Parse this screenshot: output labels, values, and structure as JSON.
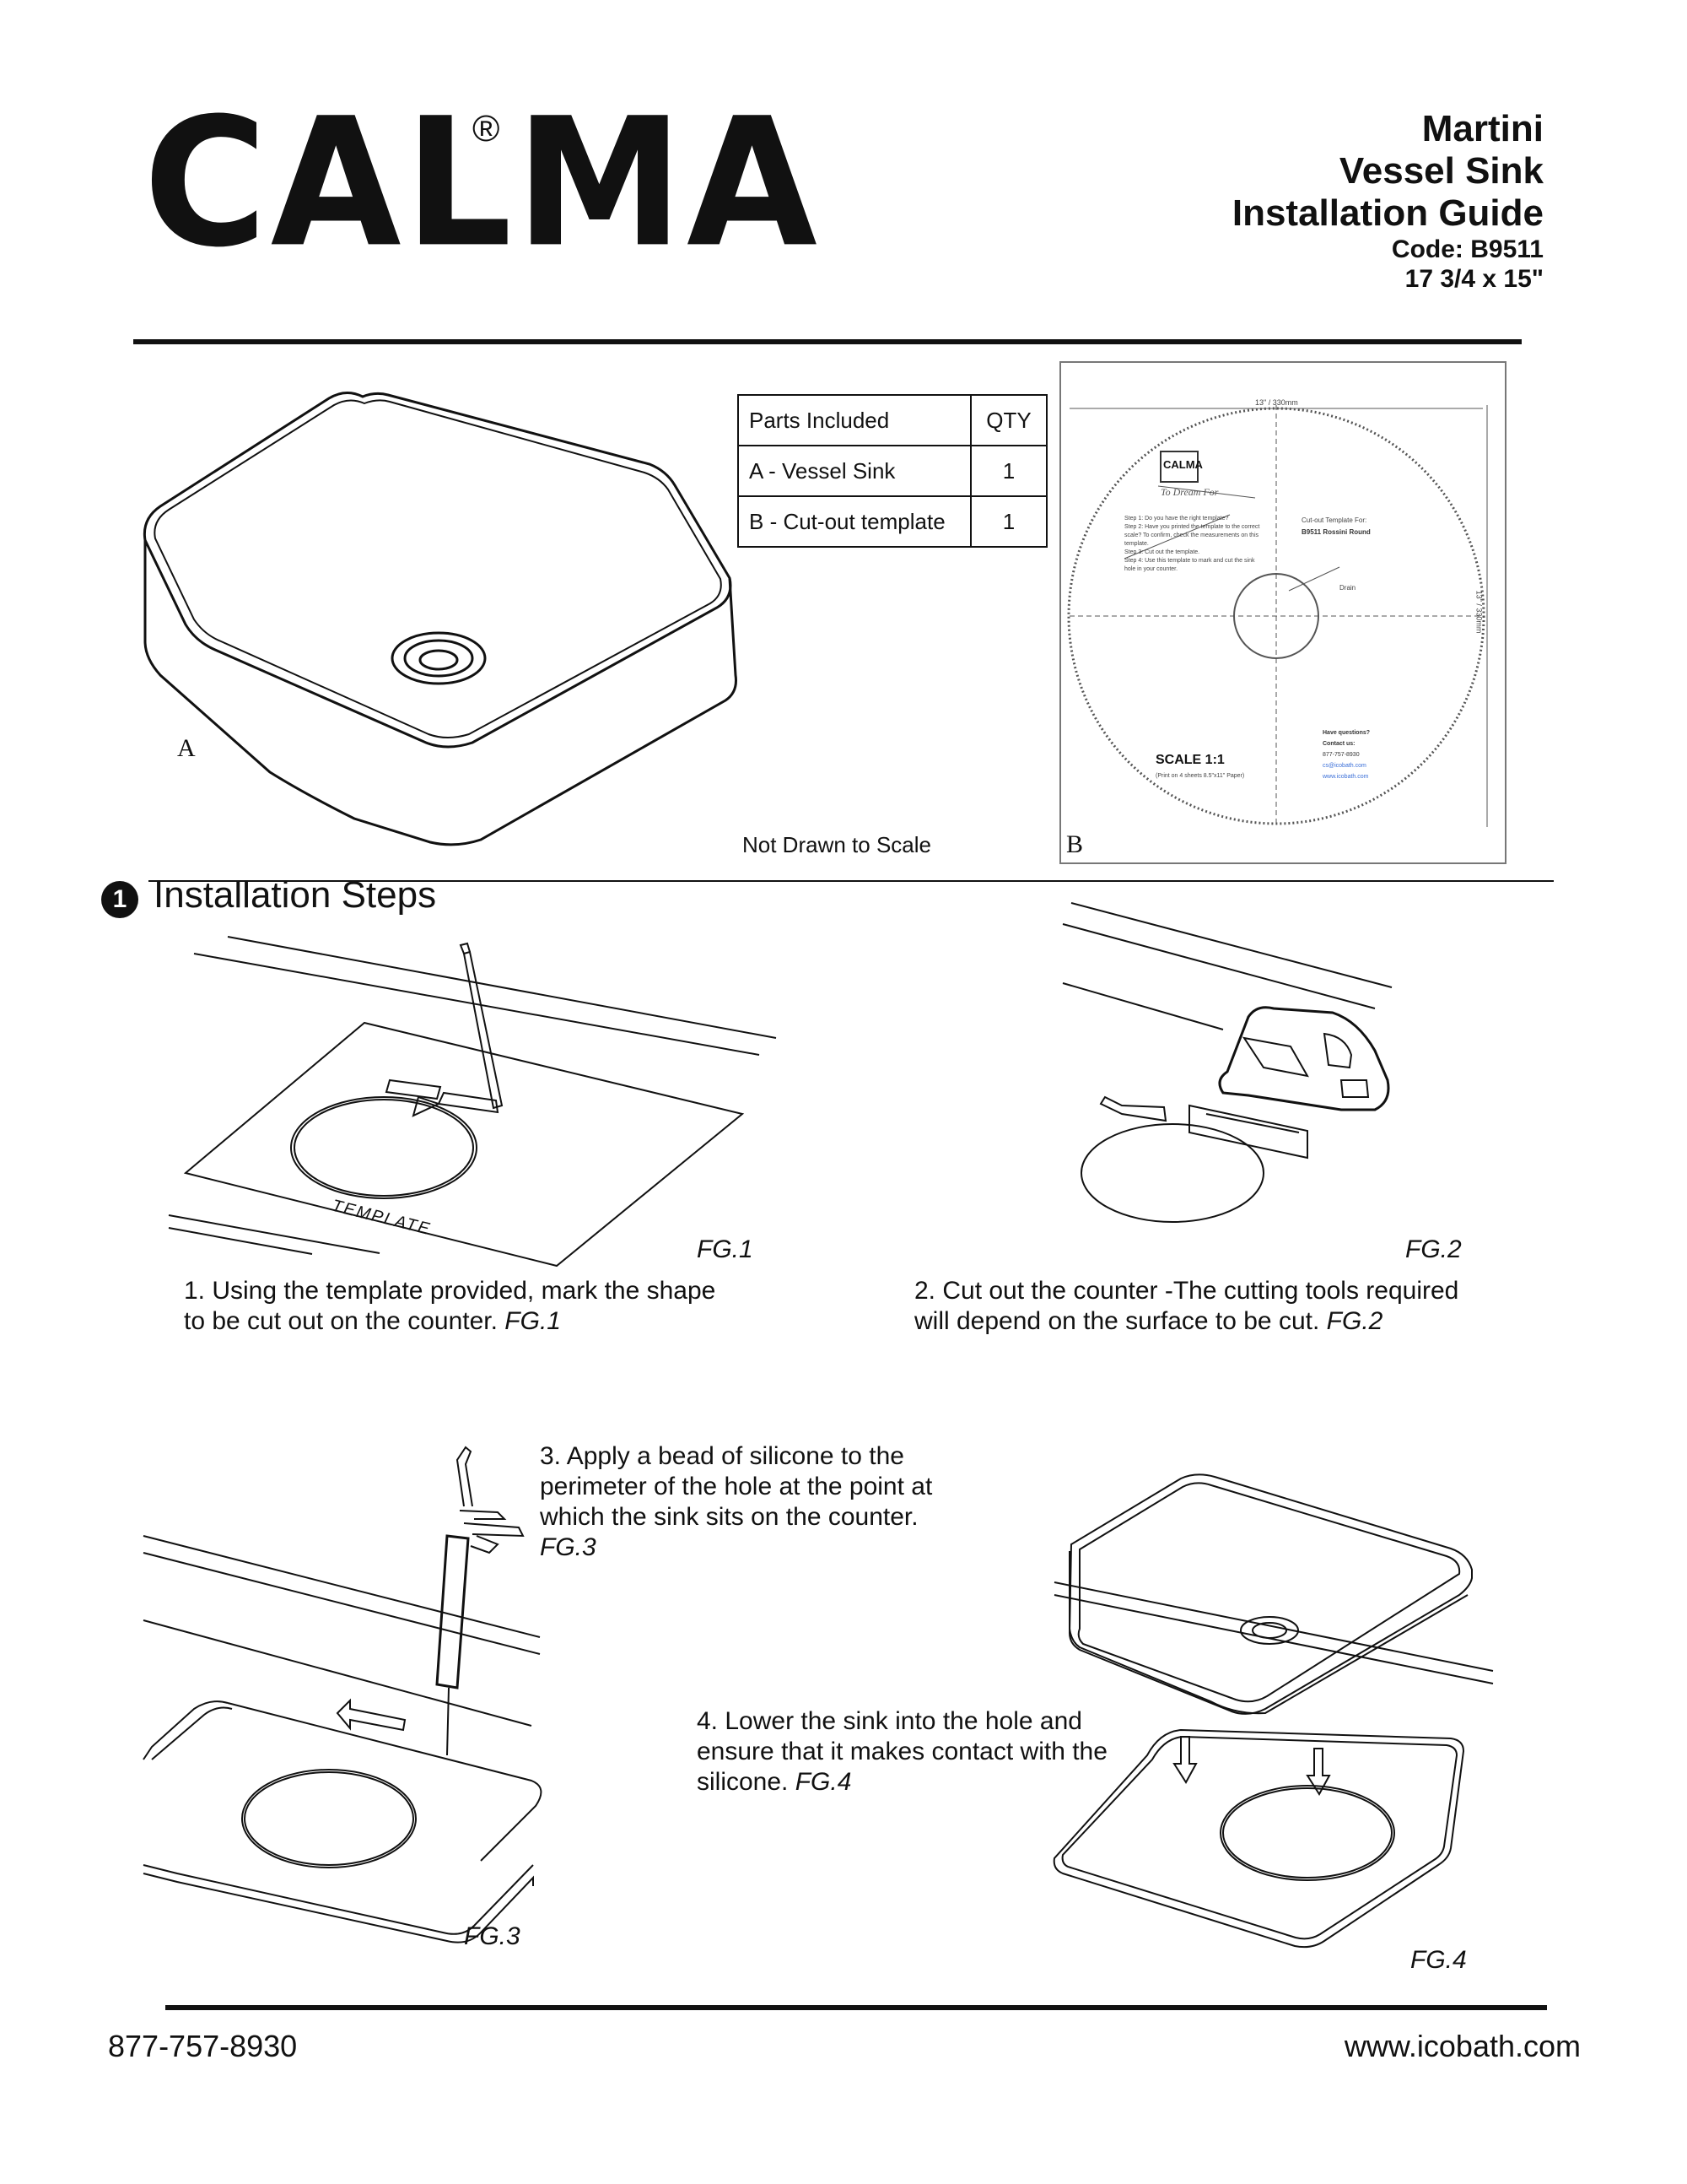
{
  "header": {
    "brand": "CALMA",
    "registered_mark": "®",
    "title_lines": [
      "Martini",
      "Vessel Sink",
      "Installation Guide"
    ],
    "code": "Code: B9511",
    "size": "17 3/4 x 15\""
  },
  "parts": {
    "headers": [
      "Parts Included",
      "QTY"
    ],
    "rows": [
      {
        "name": "A - Vessel Sink",
        "qty": "1"
      },
      {
        "name": "B - Cut-out template",
        "qty": "1"
      }
    ],
    "label_a": "A",
    "label_b": "B",
    "note": "Not Drawn to Scale"
  },
  "template_sheet": {
    "dim_top": "13\" / 330mm",
    "dim_side": "13\" / 330mm",
    "tagline": "To Dream For",
    "cut_title": "Cut-out Template For:",
    "cut_model": "B9511 Rossini Round",
    "drain": "Drain",
    "steps": [
      "Step 1: Do you have the right template?",
      "Step 2: Have you printed the template to the correct scale? To confirm, check the measurements on this template.",
      "Step 3: Cut out the template.",
      "Step 4: Use this template to mark and cut the sink hole in your counter."
    ],
    "scale": "SCALE 1:1",
    "print_note": "(Print on 4 sheets 8.5\"x11\" Paper)",
    "questions": "Have questions?",
    "contact": "Contact us:",
    "phone": "877-757-8930",
    "email": "cs@icobath.com",
    "web": "www.icobath.com"
  },
  "section": {
    "number": "1",
    "title": "Installation Steps"
  },
  "figures": {
    "template_label": "TEMPLATE",
    "fg1": "FG.1",
    "fg2": "FG.2",
    "fg3": "FG.3",
    "fg4": "FG.4"
  },
  "steps": {
    "s1_text": "1. Using the template provided, mark the shape to be cut out on the counter.",
    "s1_ref": "FG.1",
    "s2_text": "2. Cut out the counter -The cutting tools required will depend on the surface to be cut.",
    "s2_ref": "FG.2",
    "s3_text": "3. Apply a bead of silicone to the perimeter of the hole at the point at which the sink sits on the counter.",
    "s3_ref": "FG.3",
    "s4_text": "4. Lower the sink into the hole and ensure that it makes contact with the silicone.",
    "s4_ref": "FG.4"
  },
  "footer": {
    "phone": "877-757-8930",
    "website": "www.icobath.com"
  }
}
